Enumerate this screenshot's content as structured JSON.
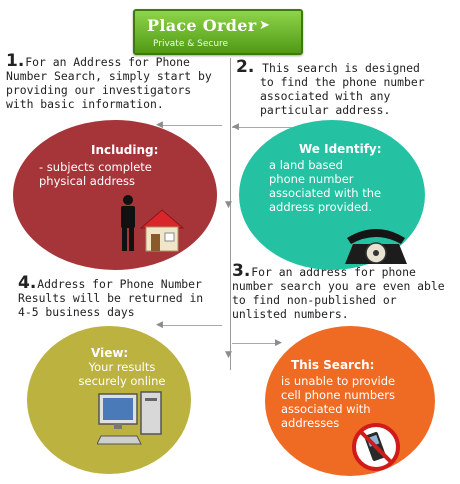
{
  "order_button": {
    "title": "Place Order",
    "subtitle": "Private & Secure"
  },
  "steps": [
    {
      "number": "1.",
      "lines": [
        "For an Address for Phone",
        "Number Search, simply start by",
        "providing our investigators",
        "with basic information."
      ]
    },
    {
      "number": "2.",
      "lines": [
        "This search is designed",
        "to find the phone number",
        "associated with any",
        "particular address."
      ]
    },
    {
      "number": "3.",
      "lines": [
        "For an address for phone",
        "number search you are even able",
        "to find non-published or",
        "unlisted numbers."
      ]
    },
    {
      "number": "4.",
      "lines": [
        "Address for Phone Number",
        "Results will be returned in",
        "4-5 business days"
      ]
    }
  ],
  "circles": {
    "including": {
      "title": "Including:",
      "lines": [
        "- subjects complete",
        "physical address"
      ],
      "color": "#a6353a"
    },
    "identify": {
      "title": "We Identify:",
      "lines": [
        "a land based",
        "phone number",
        "associated with the",
        "address provided."
      ],
      "color": "#24c2a3"
    },
    "view": {
      "title": "View:",
      "lines": [
        "Your results",
        "securely online"
      ],
      "color": "#bcb240"
    },
    "this_search": {
      "title": "This Search:",
      "lines": [
        "is unable to provide",
        "cell phone numbers",
        "associated with",
        "addresses"
      ],
      "color": "#ef6b24"
    }
  },
  "icons": [
    "arrow-right-icon",
    "person-icon",
    "house-icon",
    "rotary-phone-icon",
    "computer-icon",
    "no-cellphone-icon"
  ]
}
